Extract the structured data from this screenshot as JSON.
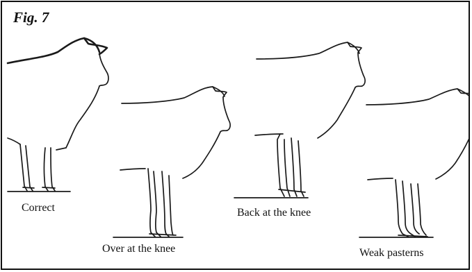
{
  "figure": {
    "title": "Fig. 7"
  },
  "panels": [
    {
      "caption": "Correct"
    },
    {
      "caption": "Over at the knee"
    },
    {
      "caption": "Back at the knee"
    },
    {
      "caption": "Weak pasterns"
    }
  ]
}
